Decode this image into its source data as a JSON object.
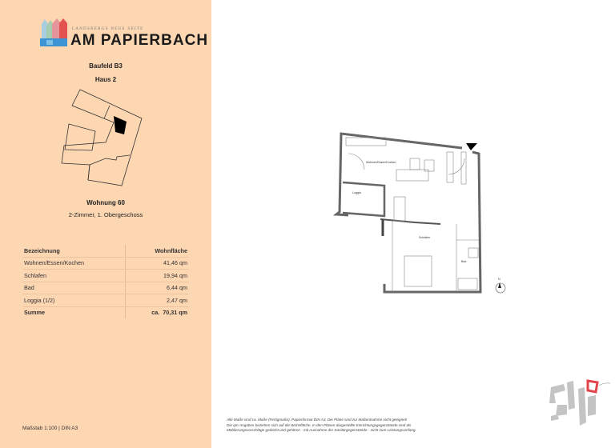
{
  "logo": {
    "subtitle": "LANDSBERGS NEUE SEITE",
    "title": "AM PAPIERBACH",
    "colors": [
      "#7fb8d8",
      "#9fc6a8",
      "#e0868a",
      "#e24f4f",
      "#2d8bd0"
    ]
  },
  "building": {
    "field": "Baufeld B3",
    "house": "Haus 2"
  },
  "unit": {
    "name": "Wohnung 60",
    "description": "2-Zimmer, 1. Obergeschoss"
  },
  "area_table": {
    "headers": [
      "Bezeichnung",
      "Wohnfläche"
    ],
    "rows": [
      {
        "label": "Wohnen/Essen/Kochen",
        "value": "41,46 qm"
      },
      {
        "label": "Schlafen",
        "value": "19,94 qm"
      },
      {
        "label": "Bad",
        "value": "6,44 qm"
      },
      {
        "label": "Loggia  (1/2)",
        "value": "2,47 qm"
      }
    ],
    "total": {
      "label": "Summe",
      "prefix": "ca.",
      "value": "70,31 qm"
    }
  },
  "scale": "Maßstab 1:100 | DIN A3",
  "plan": {
    "rooms": {
      "living": "Wohnen/Essen/Kochen",
      "loggia": "Loggia",
      "bedroom": "Schlafen",
      "bath": "Bad"
    },
    "north": "N"
  },
  "disclaimer": [
    "Alle Maße sind ca. Maße (Fertigmaße). Papierformat DIN A3. Die Pläne sind zur Maßentnahme nicht geeignet!",
    "Die qm-Angaben beziehen sich auf die Wohnfläche. In den Plänen dargestellte Einrichtungsgegenstände sind als",
    "Möblierungsvorschläge gedacht und gehören - mit Ausnahme der Sanitärgegenstände - nicht zum Leistungsumfang."
  ],
  "accent": "#fdd6b2"
}
